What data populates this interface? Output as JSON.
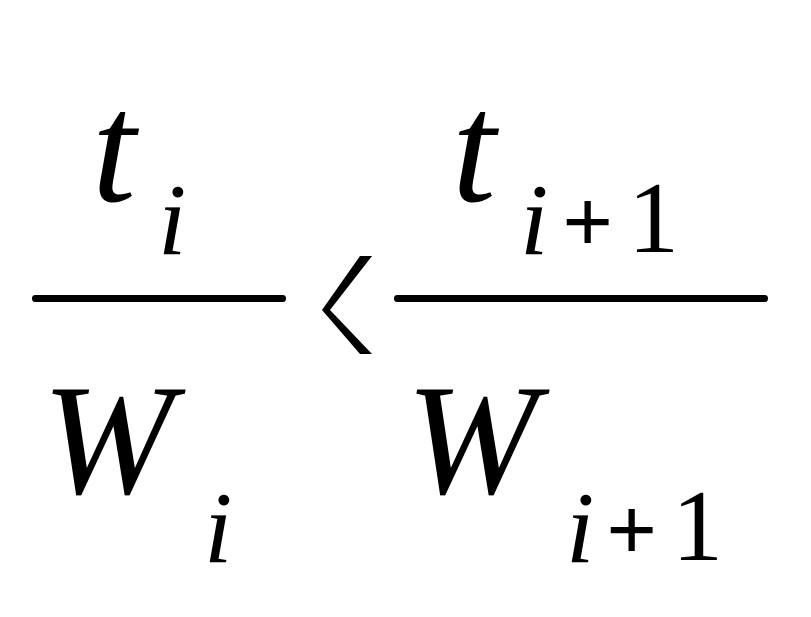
{
  "formula": {
    "left_fraction": {
      "numerator": {
        "base": "t",
        "subscript": "i"
      },
      "denominator": {
        "base": "W",
        "subscript": "i"
      }
    },
    "relation": "<",
    "right_fraction": {
      "numerator": {
        "base": "t",
        "subscript_var": "i",
        "subscript_op": "+",
        "subscript_num": "1"
      },
      "denominator": {
        "base": "W",
        "subscript_var": "i",
        "subscript_op": "+",
        "subscript_num": "1"
      }
    }
  },
  "colors": {
    "text": "#000000",
    "background": "#ffffff"
  }
}
